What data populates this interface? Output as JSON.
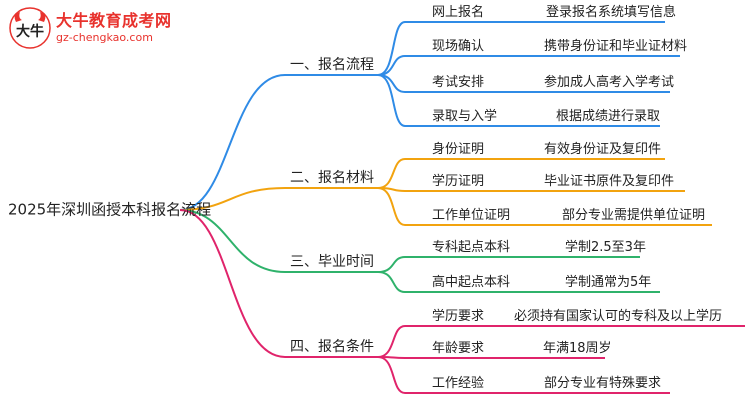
{
  "logo": {
    "brand_cn": "大牛教育成考网",
    "url": "gz-chengkao.com",
    "mark_text": "大牛"
  },
  "root": "2025年深圳函授本科报名流程",
  "branches": [
    {
      "label": "一、报名流程",
      "color": "#2f8be6",
      "items": [
        {
          "key": "网上报名",
          "value": "登录报名系统填写信息"
        },
        {
          "key": "现场确认",
          "value": "携带身份证和毕业证材料"
        },
        {
          "key": "考试安排",
          "value": "参加成人高考入学考试"
        },
        {
          "key": "录取与入学",
          "value": "根据成绩进行录取"
        }
      ]
    },
    {
      "label": "二、报名材料",
      "color": "#f2a30f",
      "items": [
        {
          "key": "身份证明",
          "value": "有效身份证及复印件"
        },
        {
          "key": "学历证明",
          "value": "毕业证书原件及复印件"
        },
        {
          "key": "工作单位证明",
          "value": "部分专业需提供单位证明"
        }
      ]
    },
    {
      "label": "三、毕业时间",
      "color": "#2fb26b",
      "items": [
        {
          "key": "专科起点本科",
          "value": "学制2.5至3年"
        },
        {
          "key": "高中起点本科",
          "value": "学制通常为5年"
        }
      ]
    },
    {
      "label": "四、报名条件",
      "color": "#e0246b",
      "items": [
        {
          "key": "学历要求",
          "value": "必须持有国家认可的专科及以上学历"
        },
        {
          "key": "年龄要求",
          "value": "年满18周岁"
        },
        {
          "key": "工作经验",
          "value": "部分专业有特殊要求"
        }
      ]
    }
  ]
}
